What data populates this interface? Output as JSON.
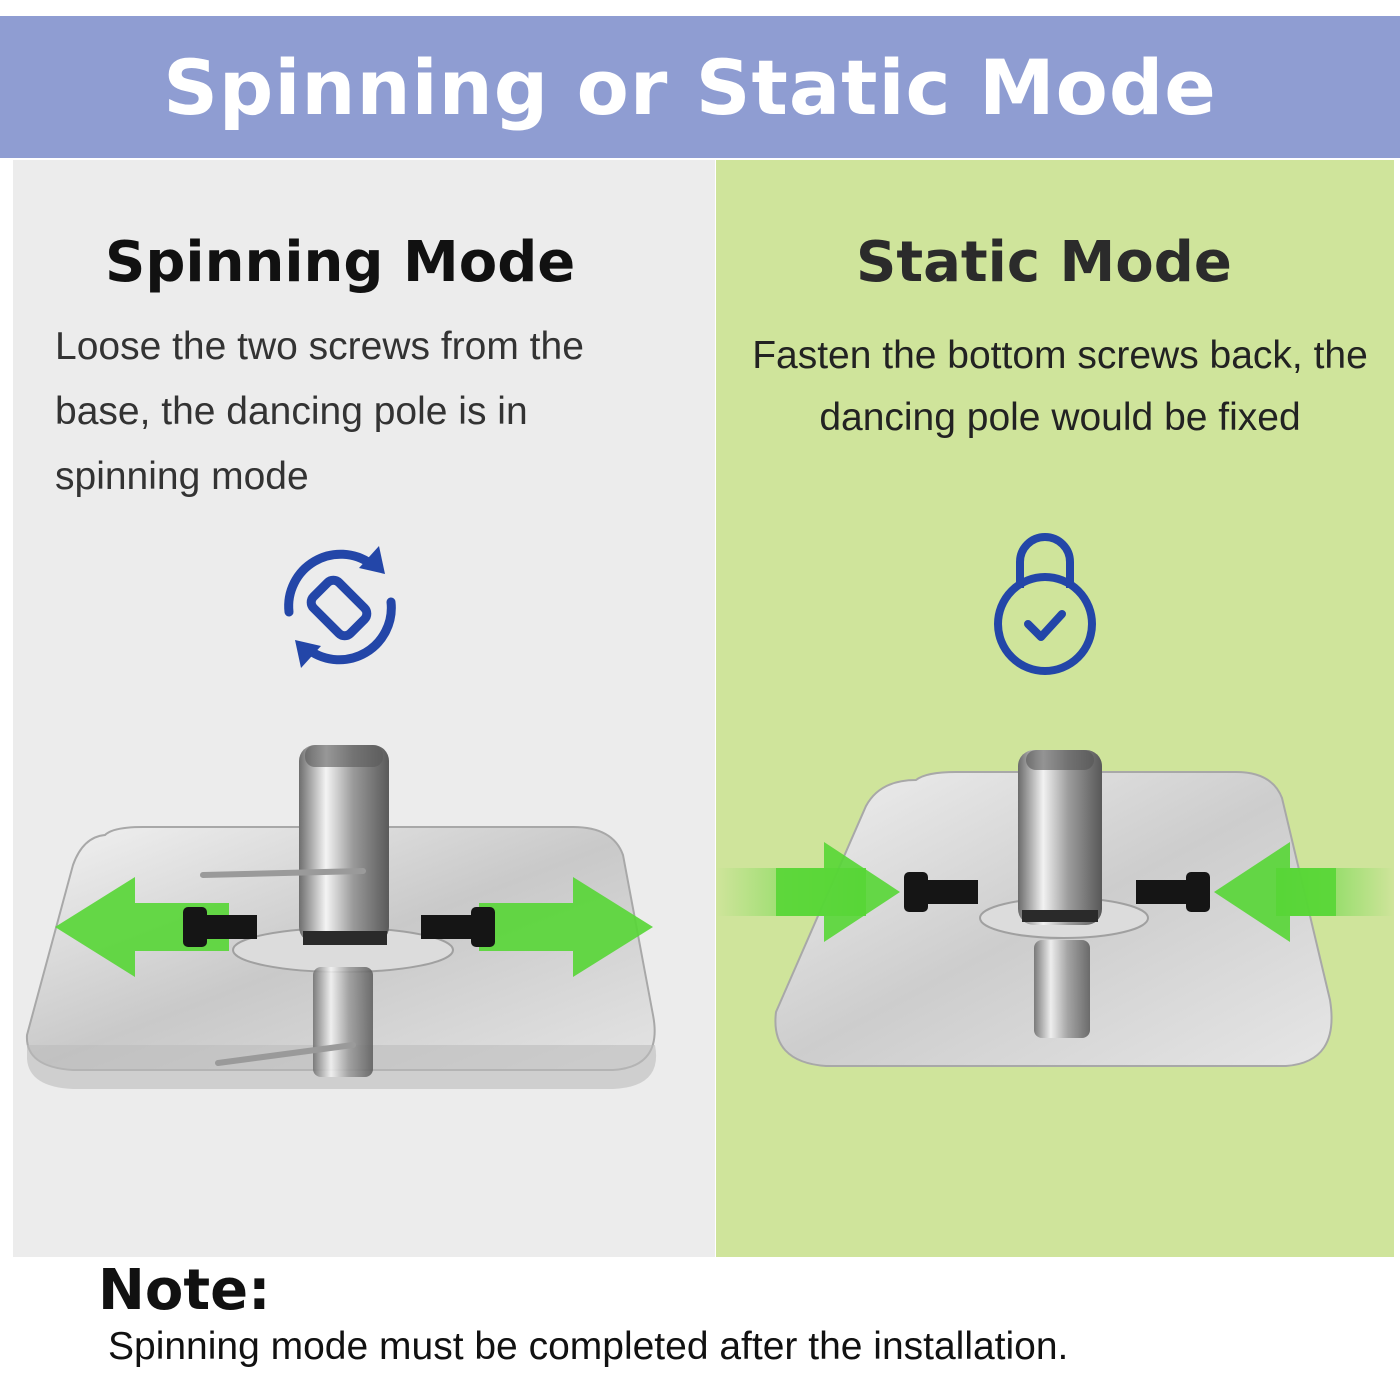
{
  "banner": {
    "title": "Spinning or Static Mode"
  },
  "spinning": {
    "heading": "Spinning Mode",
    "description": "Loose the two screws from the base, the dancing pole is in spinning mode",
    "icon": "rotate-icon"
  },
  "static": {
    "heading": "Static Mode",
    "description": "Fasten the bottom screws back, the dancing pole would be fixed",
    "icon": "lock-check-icon"
  },
  "note": {
    "label": "Note:",
    "text": "Spinning mode must be completed after the installation."
  },
  "colors": {
    "banner": "#8f9dd2",
    "left_panel": "#ececec",
    "right_panel": "#cfe49b",
    "icon_blue": "#2346a8",
    "arrow_green": "#56d635"
  }
}
